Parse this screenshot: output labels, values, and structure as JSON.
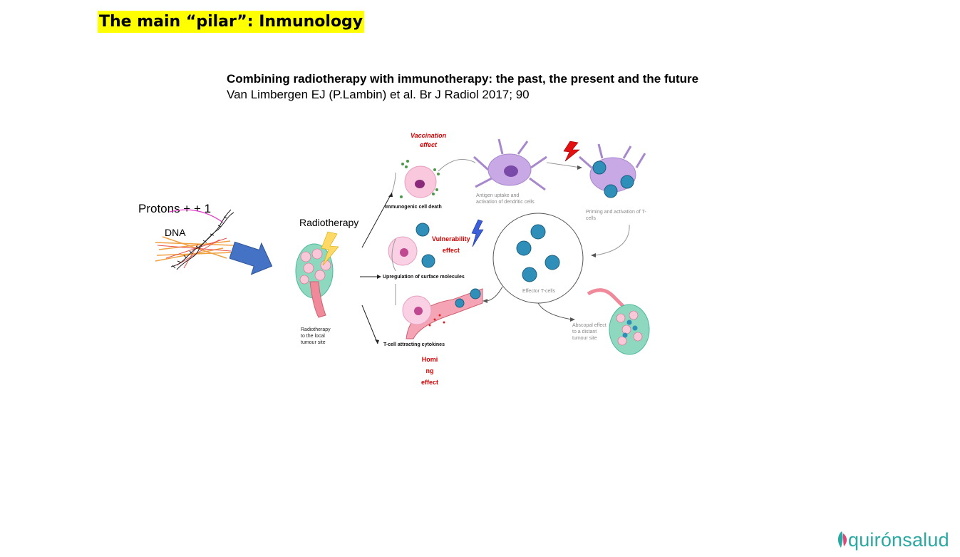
{
  "slide_title": "The main “pilar”: Inmunology",
  "reference": {
    "title": "Combining radiotherapy with immunotherapy: the past, the present and the future",
    "citation": "Van Limbergen EJ (P.Lambin) et al. Br J Radiol 2017; 90"
  },
  "left_panel": {
    "protons_label": "Protons + + 1",
    "dna_label": "DNA"
  },
  "diagram": {
    "radiotherapy_label": "Radiotherapy",
    "radiotherapy_site": [
      "Radiotherapy",
      "to the local",
      "tumour site"
    ],
    "immunogenic_cell_death": "Immunogenic cell death",
    "upregulation": "Upregulation of surface molecules",
    "tcell_cytokines": "T-cell attracting cytokines",
    "antigen_uptake": [
      "Antigen uptake and",
      "activation of dendritic cells"
    ],
    "priming": [
      "Priming and activation of T-",
      "cells"
    ],
    "effector_tcells": "Effector T-cells",
    "abscopal": [
      "Abscopal effect",
      "to a distant",
      "tumour site"
    ],
    "vaccination_effect": [
      "Vaccination",
      "effect"
    ],
    "vulnerability_effect": [
      "Vulnerability",
      "effect"
    ],
    "homing_effect": [
      "Homi",
      "ng",
      "effect"
    ]
  },
  "logo": {
    "text": "quirónsalud",
    "color": "#2aa8a2"
  }
}
